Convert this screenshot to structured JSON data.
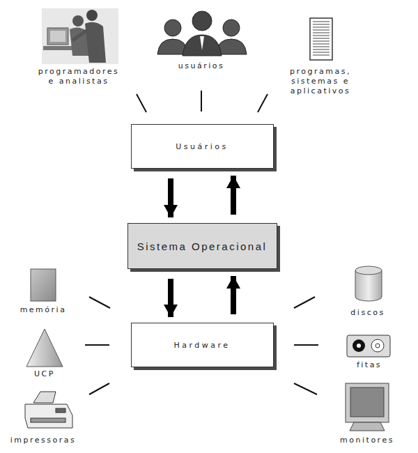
{
  "diagram": {
    "nodes": [
      {
        "text": [
          "Usuários"
        ]
      },
      {
        "text": [
          "Sistema Operacional"
        ]
      },
      {
        "text": [
          "Hardware"
        ]
      }
    ],
    "edges": [
      {
        "from": 0,
        "to": 1,
        "arrow": "to"
      },
      {
        "from": 1,
        "to": 0,
        "arrow": "to"
      },
      {
        "from": 1,
        "to": 2,
        "arrow": "to"
      },
      {
        "from": 2,
        "to": 1,
        "arrow": "to"
      }
    ],
    "labels": [
      "programadores e analistas",
      "usuários",
      "programas, sistemas e aplicativos",
      "memória",
      "UCP",
      "impressoras",
      "discos",
      "fitas",
      "monitores"
    ]
  }
}
